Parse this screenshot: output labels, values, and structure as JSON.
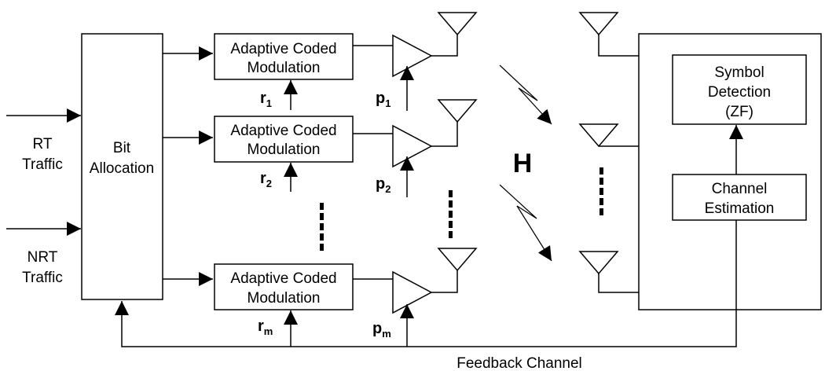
{
  "inputs": {
    "rt": {
      "line1": "RT",
      "line2": "Traffic"
    },
    "nrt": {
      "line1": "NRT",
      "line2": "Traffic"
    }
  },
  "bit_allocation": {
    "line1": "Bit",
    "line2": "Allocation"
  },
  "modulators": [
    {
      "line1": "Adaptive Coded",
      "line2": "Modulation",
      "rate": "r",
      "rate_sub": "1",
      "power": "p",
      "power_sub": "1"
    },
    {
      "line1": "Adaptive Coded",
      "line2": "Modulation",
      "rate": "r",
      "rate_sub": "2",
      "power": "p",
      "power_sub": "2"
    },
    {
      "line1": "Adaptive Coded",
      "line2": "Modulation",
      "rate": "r",
      "rate_sub": "m",
      "power": "p",
      "power_sub": "m"
    }
  ],
  "channel_label": "H",
  "receiver": {
    "symbol_detection": {
      "line1": "Symbol",
      "line2": "Detection",
      "line3": "(ZF)"
    },
    "channel_estimation": {
      "line1": "Channel",
      "line2": "Estimation"
    }
  },
  "feedback_label": "Feedback Channel"
}
